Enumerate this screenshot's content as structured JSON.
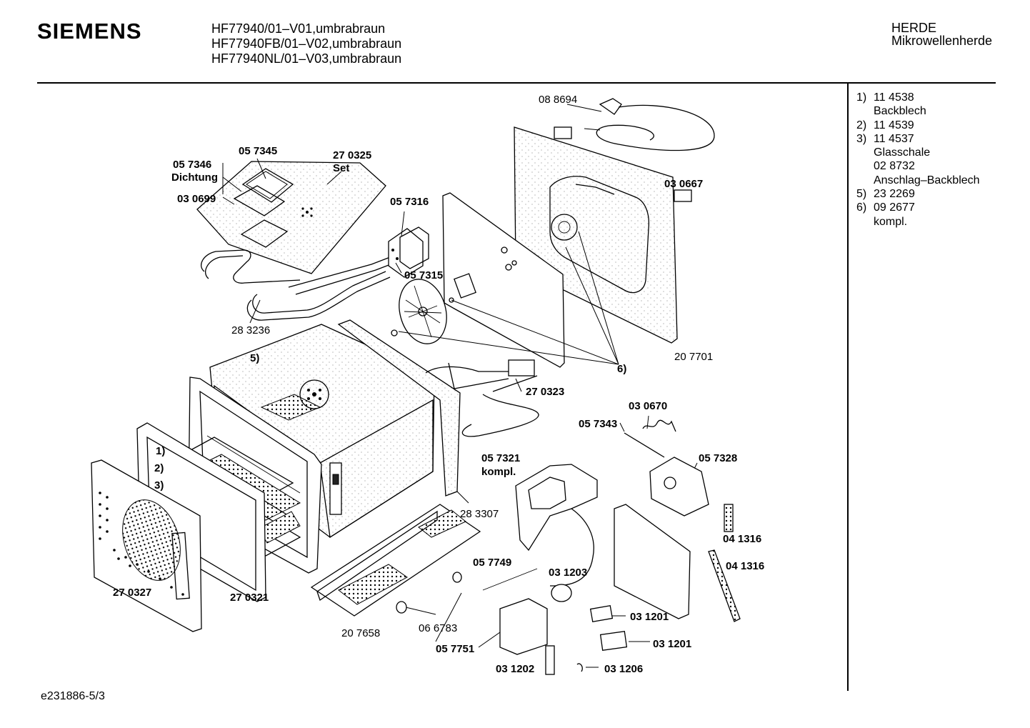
{
  "header": {
    "brand": "SIEMENS",
    "models": [
      "HF77940/01–V01,umbrabraun",
      "HF77940FB/01–V02,umbrabraun",
      "HF77940NL/01–V03,umbrabraun"
    ],
    "category": "HERDE",
    "subcategory": "Mikrowellenherde"
  },
  "legend": [
    {
      "num": "1)",
      "lines": [
        "11 4538",
        "Backblech"
      ]
    },
    {
      "num": "2)",
      "lines": [
        "11 4539"
      ]
    },
    {
      "num": "3)",
      "lines": [
        "11 4537",
        "Glasschale",
        "02 8732",
        "Anschlag–Backblech"
      ]
    },
    {
      "num": "5)",
      "lines": [
        "23 2269"
      ]
    },
    {
      "num": "6)",
      "lines": [
        "09 2677",
        "kompl."
      ]
    }
  ],
  "labels": {
    "p088694": "08 8694",
    "p057345": "05 7345",
    "p270325": "27 0325",
    "set": "Set",
    "p057346": "05 7346",
    "dichtung": "Dichtung",
    "p030699": "03 0699",
    "p057316": "05 7316",
    "p030667": "03 0667",
    "p057315": "05 7315",
    "p283236": "28 3236",
    "m5": "5)",
    "m6": "6)",
    "p207701": "20 7701",
    "p270323": "27 0323",
    "p030670": "03 0670",
    "p057343": "05 7343",
    "p057321": "05 7321",
    "kompl": "kompl.",
    "p057328": "05 7328",
    "m1": "1)",
    "m2": "2)",
    "m3": "3)",
    "p283307": "28 3307",
    "p041316a": "04 1316",
    "p041316b": "04 1316",
    "p057749": "05 7749",
    "p031203": "03 1203",
    "p270327": "27 0327",
    "p270321": "27 0321",
    "p031201a": "03 1201",
    "p031201b": "03 1201",
    "p066783": "06 6783",
    "p207658": "20 7658",
    "p057751": "05 7751",
    "p031202": "03 1202",
    "p031206": "03 1206"
  },
  "footer": "e231886-5/3"
}
